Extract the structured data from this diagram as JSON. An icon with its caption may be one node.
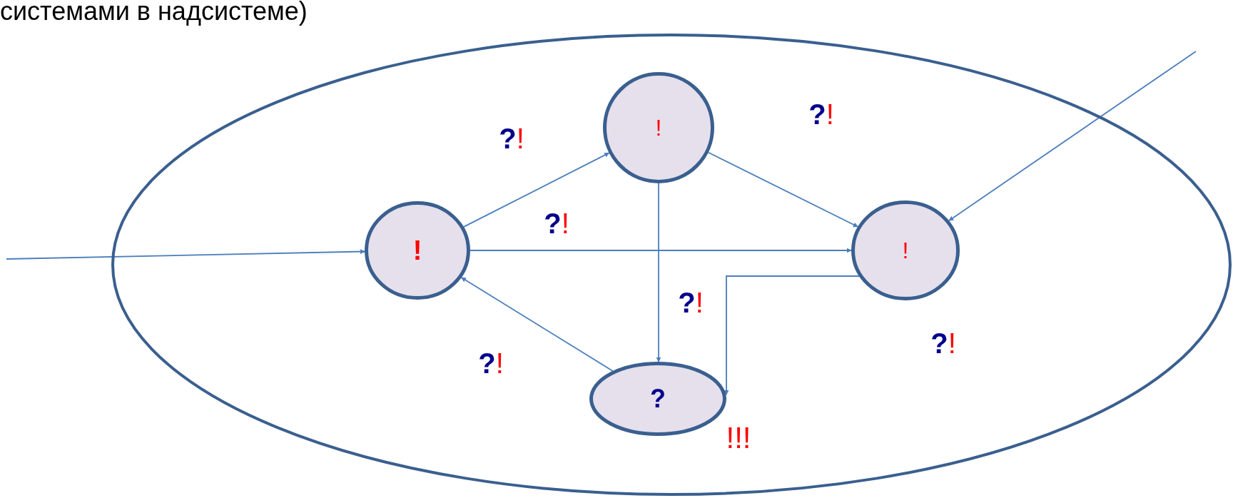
{
  "diagram": {
    "nodes": [
      {
        "text": [],
        "shape": "ellipse"
      },
      {
        "text": [
          "!"
        ],
        "in": 0
      },
      {
        "text": [
          "!"
        ],
        "in": 0
      },
      {
        "text": [
          "!"
        ],
        "in": 0
      },
      {
        "text": [
          "?"
        ],
        "in": 0,
        "beside": [
          "!!!"
        ]
      }
    ],
    "edges": [
      {
        "from": null,
        "to": 1,
        "arrow": "to"
      },
      {
        "from": 1,
        "to": 2,
        "arrow": "to",
        "label": "?!"
      },
      {
        "from": 2,
        "to": 3,
        "arrow": "to",
        "label": "?!"
      },
      {
        "from": 1,
        "to": 3,
        "arrow": "to",
        "label": "?!"
      },
      {
        "from": 2,
        "to": 4,
        "arrow": "to",
        "label": "?!"
      },
      {
        "from": 3,
        "to": 4,
        "arrow": "to",
        "label": "?!"
      },
      {
        "from": 4,
        "to": 1,
        "arrow": "to",
        "label": "?!"
      },
      {
        "from": null,
        "to": 3,
        "arrow": "to"
      }
    ],
    "labels": [
      "системами в надсистеме)"
    ]
  }
}
